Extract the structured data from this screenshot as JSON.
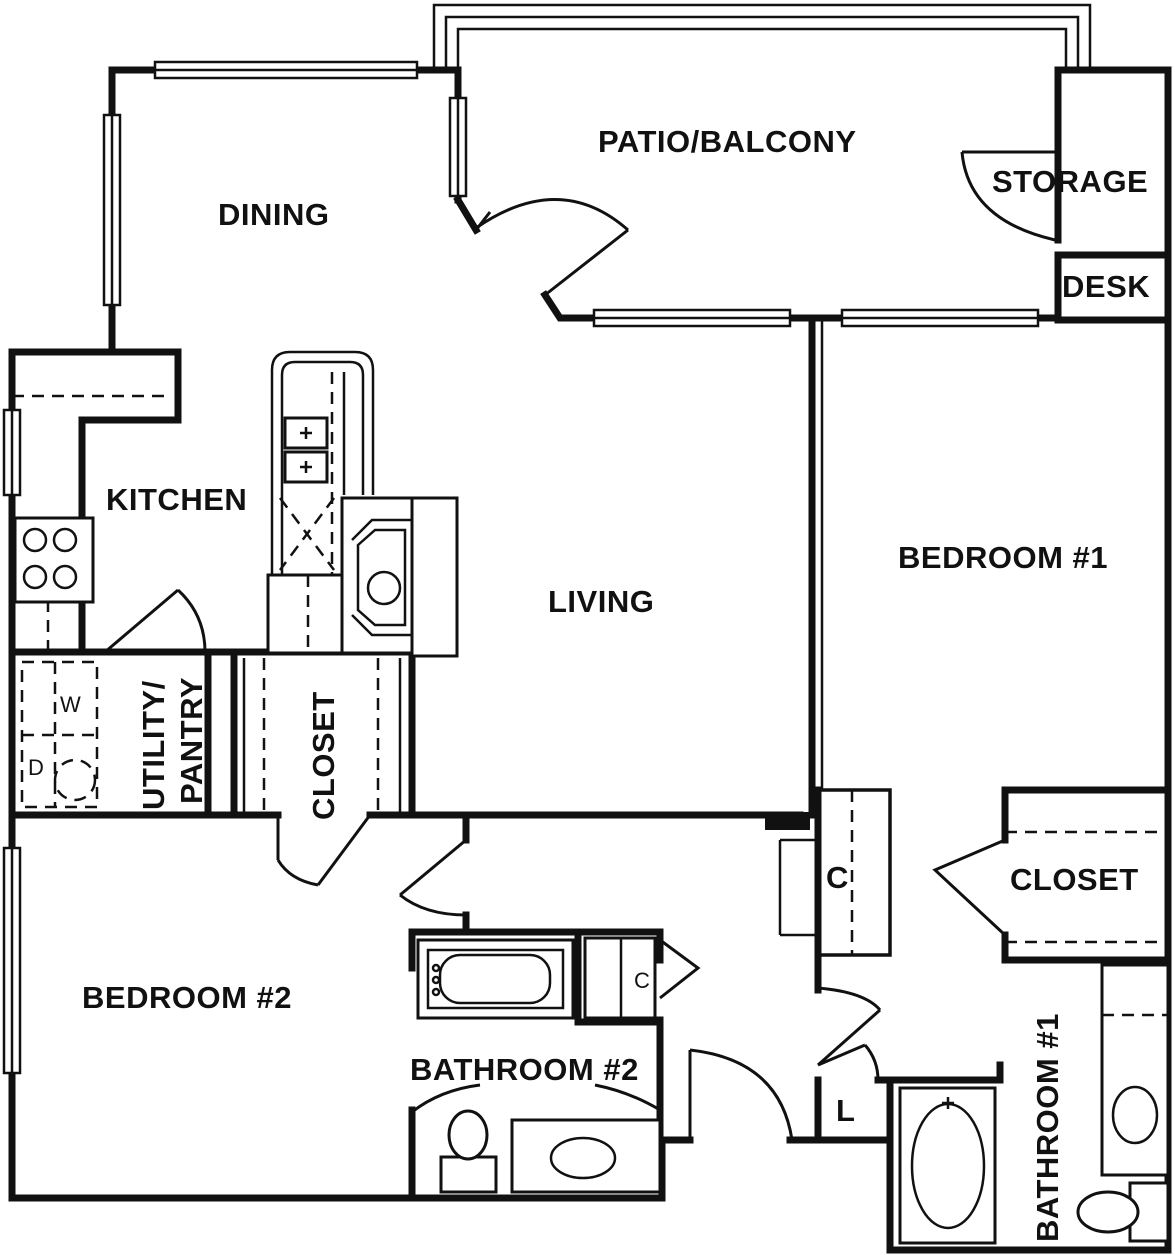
{
  "rooms": {
    "patio": "PATIO/BALCONY",
    "storage": "STORAGE",
    "desk": "DESK",
    "dining": "DINING",
    "kitchen": "KITCHEN",
    "living": "LIVING",
    "bedroom1": "BEDROOM #1",
    "bedroom2": "BEDROOM #2",
    "utility_line1": "UTILITY/",
    "utility_line2": "PANTRY",
    "closet_hall": "CLOSET",
    "closet_bed1": "CLOSET",
    "closet_c_hall": "C",
    "closet_c_bath": "C",
    "linen": "L",
    "bathroom1": "BATHROOM #1",
    "bathroom2": "BATHROOM #2"
  },
  "appliances": {
    "washer": "W",
    "dryer": "D"
  }
}
